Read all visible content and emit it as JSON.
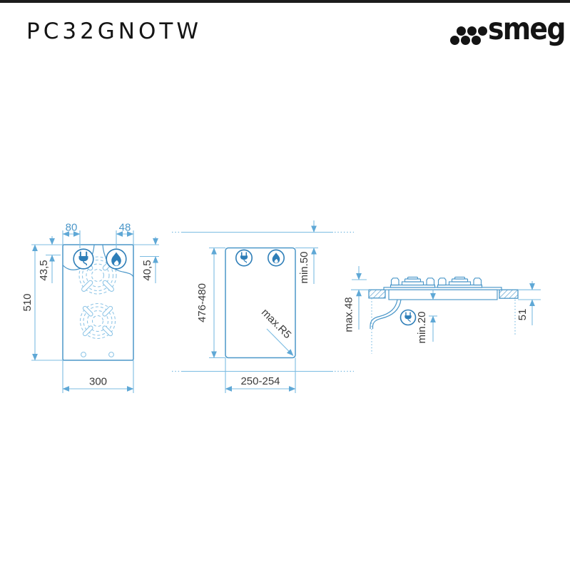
{
  "header": {
    "model": "PC32GNOTW",
    "brand": "smeg"
  },
  "colors": {
    "drawing_blue": "#4b97c9",
    "dimension_blue": "#7cbce2",
    "icon_blue": "#2e7eb8",
    "text_dark": "#3a3a3a",
    "top_bar": "#1c1c1c"
  },
  "icons": {
    "power_plug": "power-plug-icon",
    "gas_flame": "gas-flame-icon"
  },
  "diagrams": {
    "top_view": {
      "dim_plug_offset": "80",
      "dim_flame_offset": "48",
      "dim_left_inset": "43,5",
      "dim_height": "510",
      "dim_right_inset": "40,5",
      "dim_width": "300"
    },
    "cutout_view": {
      "dim_cut_height": "476-480",
      "dim_cut_width": "250-254",
      "dim_rear_clearance": "min.50",
      "dim_corner_radius": "max.R5"
    },
    "side_view": {
      "dim_above_worktop": "max.48",
      "dim_clearance_below": "min.20",
      "dim_depth_below_top": "51"
    }
  }
}
